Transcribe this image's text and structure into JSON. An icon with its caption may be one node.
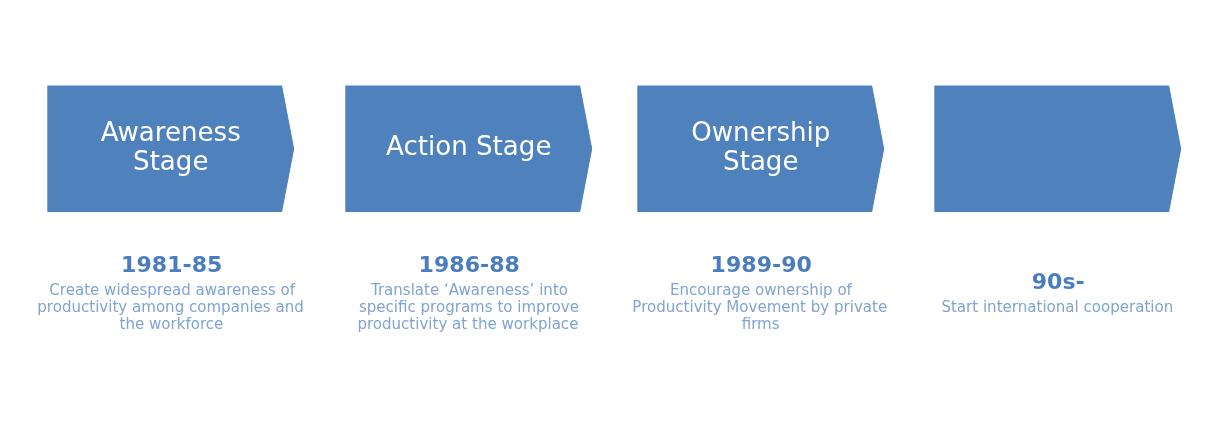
{
  "diagram": {
    "nodes": [
      {
        "text": [
          "Awareness Stage"
        ],
        "beside": [
          "1981-85",
          "Create widespread awareness of productivity among companies and the workforce"
        ]
      },
      {
        "text": [
          "Action Stage"
        ],
        "beside": [
          "1986-88",
          "Translate ‘Awareness’ into specific programs to improve productivity at the workplace"
        ]
      },
      {
        "text": [
          "Ownership Stage"
        ],
        "beside": [
          "1989-90",
          "Encourage ownership of Productivity Movement by private firms"
        ]
      },
      {
        "text": [],
        "shape": "chevron",
        "beside": [
          "90s-",
          "Start international cooperation"
        ]
      }
    ],
    "edges": []
  }
}
